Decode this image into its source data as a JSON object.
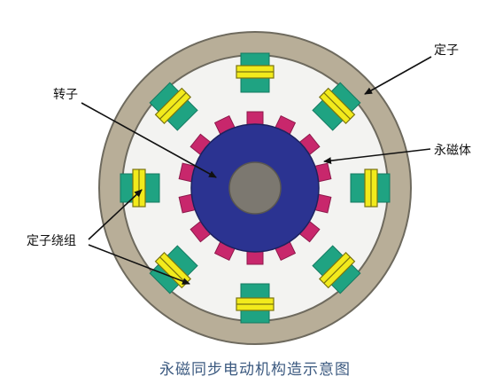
{
  "labels": {
    "stator": "定子",
    "rotor": "转子",
    "permanent_magnet": "永磁体",
    "stator_winding": "定子绕组"
  },
  "caption": "永磁同步电动机构造示意图",
  "colors": {
    "stator_ring": "#b8ae98",
    "stator_ring_edge": "#6e6a5e",
    "inner_bg": "#f3f3f1",
    "tooth": "#1fa382",
    "coil": "#f2ea1c",
    "coil_edge": "#7a7410",
    "rotor_core": "#2b3391",
    "magnet": "#c8276c",
    "shaft": "#7c7870",
    "caption": "#3c5a80"
  },
  "counts": {
    "stator_teeth": 8,
    "rotor_magnets": 14
  }
}
